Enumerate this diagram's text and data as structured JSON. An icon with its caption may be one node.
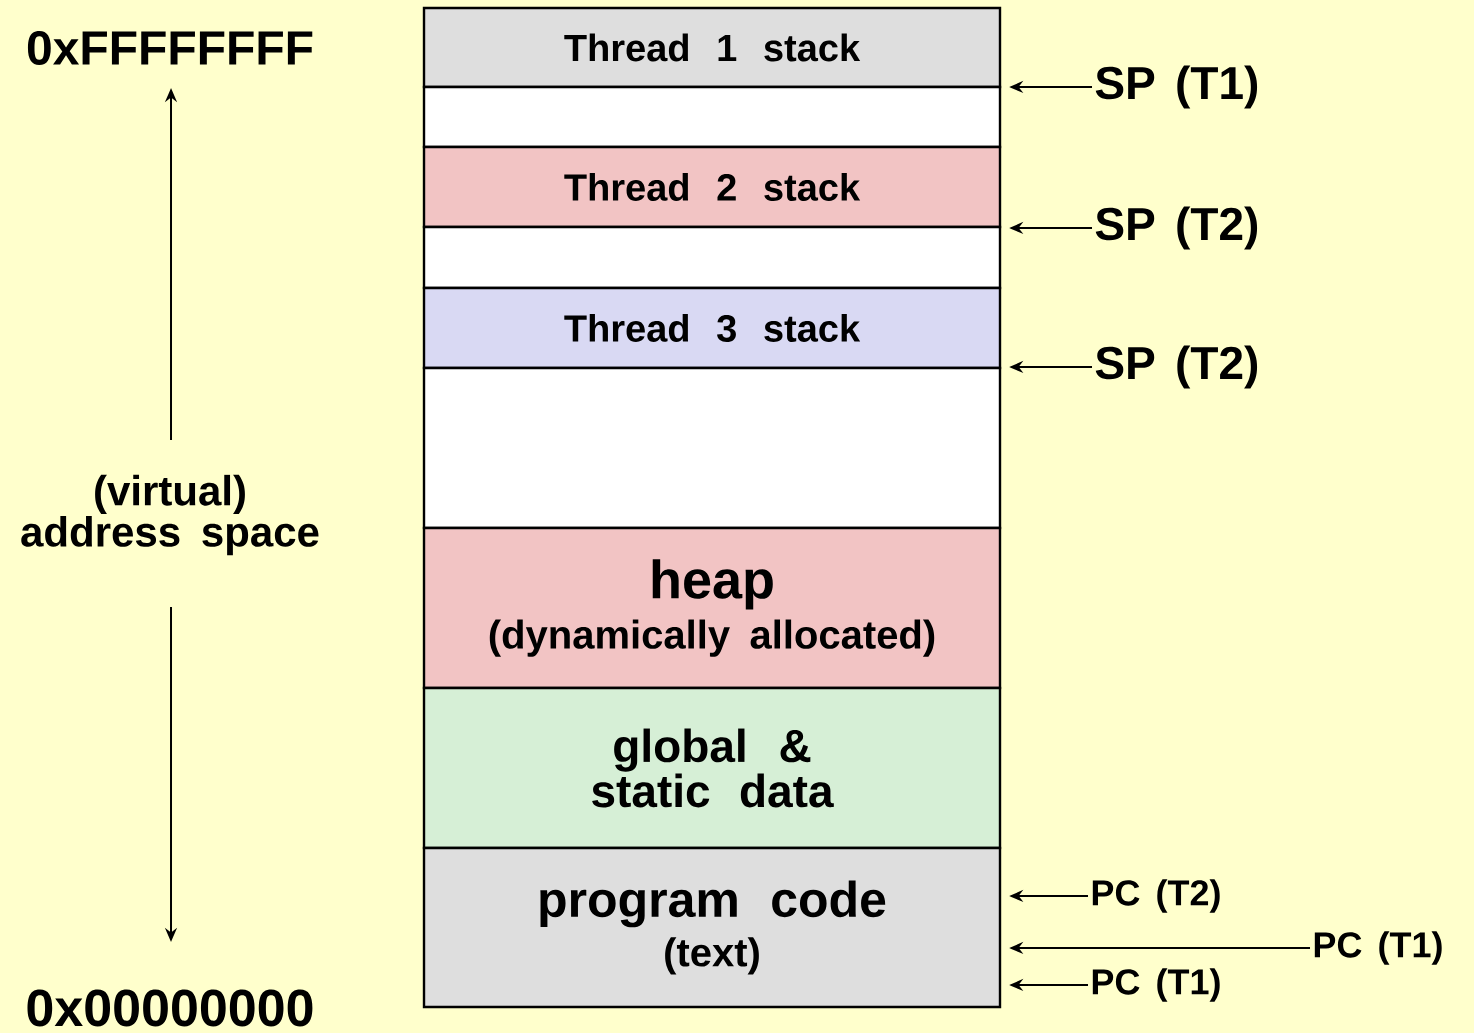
{
  "diagram": {
    "nodes": [
      {
        "text": [
          "Thread 1 stack"
        ]
      },
      {
        "text": [],
        "shape": "box"
      },
      {
        "text": [
          "Thread 2 stack"
        ]
      },
      {
        "text": [],
        "shape": "box"
      },
      {
        "text": [
          "Thread 3 stack"
        ]
      },
      {
        "text": [],
        "shape": "box"
      },
      {
        "text": [
          "heap",
          "(dynamically allocated)"
        ]
      },
      {
        "text": [
          "global & static data"
        ]
      },
      {
        "text": [
          "program code",
          "(text)"
        ]
      },
      {
        "text": [
          "SP (T1)"
        ]
      },
      {
        "text": [
          "SP (T2)"
        ]
      },
      {
        "text": [
          "SP (T2)"
        ]
      },
      {
        "text": [
          "PC (T2)"
        ]
      },
      {
        "text": [
          "PC (T1)"
        ]
      },
      {
        "text": [
          "PC (T1)"
        ]
      }
    ],
    "edges": [
      {
        "from": 9,
        "to": 1,
        "arrow": "to"
      },
      {
        "from": 10,
        "to": 3,
        "arrow": "to"
      },
      {
        "from": 11,
        "to": 5,
        "arrow": "to"
      },
      {
        "from": 12,
        "to": 8,
        "arrow": "to"
      },
      {
        "from": 13,
        "to": 8,
        "arrow": "to"
      },
      {
        "from": 14,
        "to": 8,
        "arrow": "to"
      }
    ],
    "labels": [
      "0xFFFFFFFF",
      "(virtual) address space",
      "0x00000000"
    ]
  }
}
